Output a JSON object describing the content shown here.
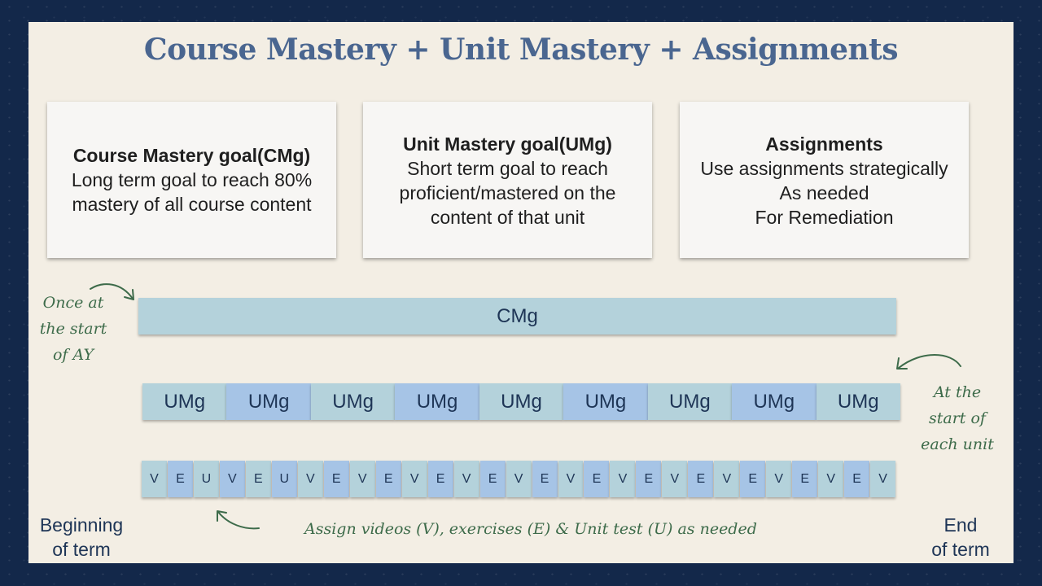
{
  "title": "Course Mastery + Unit Mastery + Assignments",
  "cards": {
    "cmg": {
      "title": "Course Mastery goal(CMg)",
      "lines": [
        "Long term goal to reach 80%",
        "mastery of all course content"
      ]
    },
    "umg": {
      "title": "Unit Mastery goal(UMg)",
      "lines": [
        "Short term goal to reach",
        "proficient/mastered on the",
        "content of that unit"
      ]
    },
    "assignments": {
      "title": "Assignments",
      "lines": [
        "Use assignments strategically",
        "As needed",
        "For Remediation"
      ]
    }
  },
  "cmg_bar": {
    "label": "CMg"
  },
  "umg_row": [
    "UMg",
    "UMg",
    "UMg",
    "UMg",
    "UMg",
    "UMg",
    "UMg",
    "UMg",
    "UMg"
  ],
  "segments": [
    "V",
    "E",
    "U",
    "V",
    "E",
    "U",
    "V",
    "E",
    "V",
    "E",
    "V",
    "E",
    "V",
    "E",
    "V",
    "E",
    "V",
    "E",
    "V",
    "E",
    "V",
    "E",
    "V",
    "E",
    "V",
    "E",
    "V",
    "E",
    "V"
  ],
  "notes": {
    "start_ay": [
      "Once at",
      "the start",
      "of AY"
    ],
    "start_unit": [
      "At the",
      "start of",
      "each unit"
    ],
    "assign": "Assign videos (V), exercises (E) & Unit test (U) as needed"
  },
  "labels": {
    "begin": [
      "Beginning",
      "of term"
    ],
    "end": [
      "End",
      "of term"
    ]
  },
  "colors": {
    "title": "#4a6690",
    "bar_teal": "#b4d2db",
    "bar_blue": "#a6c4e6",
    "handwriting": "#3d6b4a",
    "background": "#13284a",
    "slide": "#f3eee4"
  }
}
